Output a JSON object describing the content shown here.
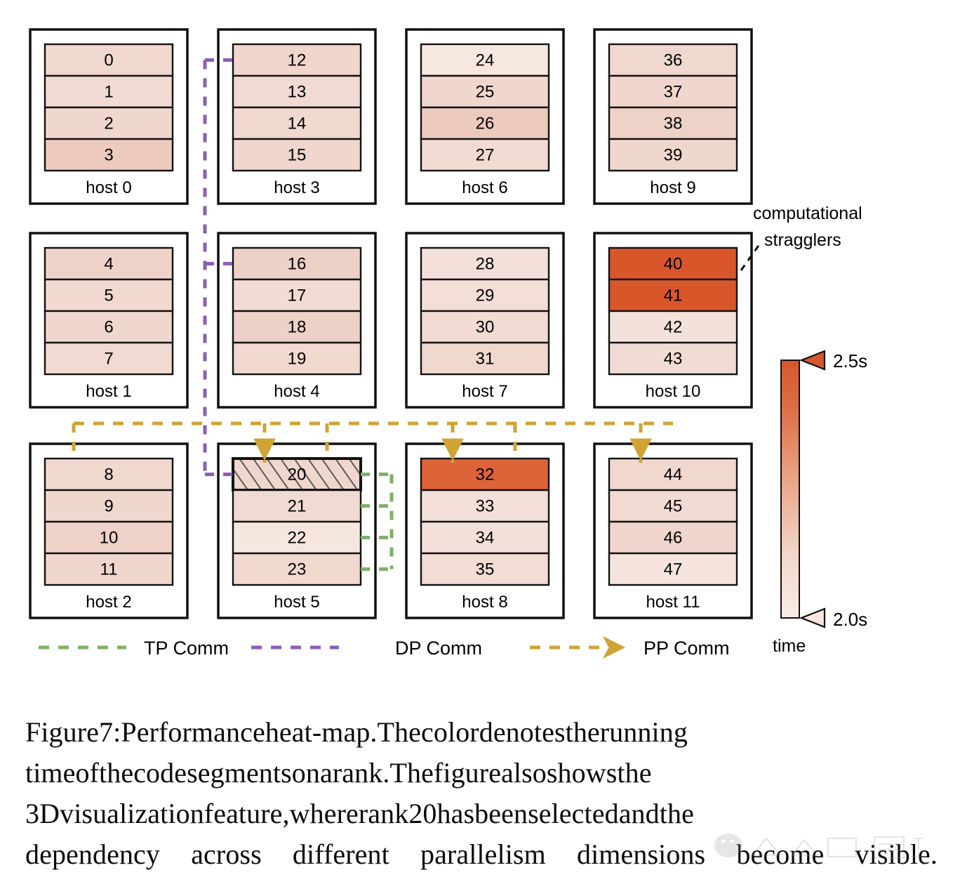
{
  "figure": {
    "title_caption_lines": [
      "Figure 7: Performance heat-map. The color denotes the running",
      "time of the code segments on a rank. The figure also shows the",
      "3D visualization feature, where rank 20 has been selected and the",
      "dependency across different parallelism dimensions become visible."
    ],
    "annotation": {
      "straggler_line1": "computational",
      "straggler_line2": "stragglers"
    },
    "colorbar": {
      "max_label": "2.5s",
      "min_label": "2.0s",
      "axis_label": "time",
      "max_color": "#d8562c",
      "min_color": "#f7e6df"
    },
    "legend": [
      {
        "name": "tp-comm",
        "label": "TP Comm",
        "color": "#7fb069",
        "arrow": false
      },
      {
        "name": "dp-comm",
        "label": "DP Comm",
        "color": "#8c5fb5",
        "arrow": false
      },
      {
        "name": "pp-comm",
        "label": "PP Comm",
        "color": "#cfa434",
        "arrow": true
      }
    ]
  },
  "chart_data": {
    "type": "heatmap",
    "title": "Performance heat-map",
    "colorbar": {
      "label": "time",
      "vmin": 2.0,
      "vmax": 2.5,
      "unit": "s",
      "cmap_low": "#f7e6df",
      "cmap_high": "#d8562c"
    },
    "grid": {
      "rows": 3,
      "cols": 4,
      "ranks_per_host": 4
    },
    "hosts": [
      {
        "name": "host 0",
        "row": 0,
        "col": 0,
        "ranks": [
          {
            "rank": 0,
            "color": "#f0d8cf",
            "time": 2.13
          },
          {
            "rank": 1,
            "color": "#f1dbd2",
            "time": 2.11
          },
          {
            "rank": 2,
            "color": "#f0d7ce",
            "time": 2.14
          },
          {
            "rank": 3,
            "color": "#edcbbf",
            "time": 2.19
          }
        ]
      },
      {
        "name": "host 3",
        "row": 0,
        "col": 1,
        "ranks": [
          {
            "rank": 12,
            "color": "#f0d6cd",
            "time": 2.14
          },
          {
            "rank": 13,
            "color": "#f1dad1",
            "time": 2.12
          },
          {
            "rank": 14,
            "color": "#f1d9d0",
            "time": 2.12
          },
          {
            "rank": 15,
            "color": "#f0d6cc",
            "time": 2.15
          }
        ]
      },
      {
        "name": "host 6",
        "row": 0,
        "col": 2,
        "ranks": [
          {
            "rank": 24,
            "color": "#f7e7e1",
            "time": 2.04
          },
          {
            "rank": 25,
            "color": "#f0d6cd",
            "time": 2.14
          },
          {
            "rank": 26,
            "color": "#eccabd",
            "time": 2.21
          },
          {
            "rank": 27,
            "color": "#f2dbd3",
            "time": 2.11
          }
        ]
      },
      {
        "name": "host 9",
        "row": 0,
        "col": 3,
        "ranks": [
          {
            "rank": 36,
            "color": "#f1d8cf",
            "time": 2.13
          },
          {
            "rank": 37,
            "color": "#f0d6cc",
            "time": 2.15
          },
          {
            "rank": 38,
            "color": "#eed2c7",
            "time": 2.17
          },
          {
            "rank": 39,
            "color": "#f0d7cd",
            "time": 2.14
          }
        ]
      },
      {
        "name": "host 1",
        "row": 1,
        "col": 0,
        "ranks": [
          {
            "rank": 4,
            "color": "#efd3c9",
            "time": 2.16
          },
          {
            "rank": 5,
            "color": "#f1d9d0",
            "time": 2.12
          },
          {
            "rank": 6,
            "color": "#f0d7ce",
            "time": 2.14
          },
          {
            "rank": 7,
            "color": "#f1dad1",
            "time": 2.12
          }
        ]
      },
      {
        "name": "host 4",
        "row": 1,
        "col": 1,
        "ranks": [
          {
            "rank": 16,
            "color": "#eed1c6",
            "time": 2.18
          },
          {
            "rank": 17,
            "color": "#f2dbd3",
            "time": 2.11
          },
          {
            "rank": 18,
            "color": "#eed1c6",
            "time": 2.18
          },
          {
            "rank": 19,
            "color": "#f1d9cf",
            "time": 2.13
          }
        ]
      },
      {
        "name": "host 7",
        "row": 1,
        "col": 2,
        "ranks": [
          {
            "rank": 28,
            "color": "#f4e0da",
            "time": 2.08
          },
          {
            "rank": 29,
            "color": "#f3dfd8",
            "time": 2.09
          },
          {
            "rank": 30,
            "color": "#f2dbd3",
            "time": 2.11
          },
          {
            "rank": 31,
            "color": "#f0d8ce",
            "time": 2.13
          }
        ]
      },
      {
        "name": "host 10",
        "row": 1,
        "col": 3,
        "ranks": [
          {
            "rank": 40,
            "color": "#d9562b",
            "time": 2.48,
            "straggler": true
          },
          {
            "rank": 41,
            "color": "#d9562b",
            "time": 2.48,
            "straggler": true
          },
          {
            "rank": 42,
            "color": "#f3e2dc",
            "time": 2.07
          },
          {
            "rank": 43,
            "color": "#f1dcd5",
            "time": 2.1
          }
        ]
      },
      {
        "name": "host 2",
        "row": 2,
        "col": 0,
        "ranks": [
          {
            "rank": 8,
            "color": "#f0d8cf",
            "time": 2.13
          },
          {
            "rank": 9,
            "color": "#f0d7ce",
            "time": 2.14
          },
          {
            "rank": 10,
            "color": "#eed1c7",
            "time": 2.18
          },
          {
            "rank": 11,
            "color": "#f0d7cd",
            "time": 2.14
          }
        ]
      },
      {
        "name": "host 5",
        "row": 2,
        "col": 1,
        "ranks": [
          {
            "rank": 20,
            "color": "#f0d7ce",
            "time": 2.14,
            "selected": true
          },
          {
            "rank": 21,
            "color": "#f1dad1",
            "time": 2.12
          },
          {
            "rank": 22,
            "color": "#f6e6e0",
            "time": 2.05
          },
          {
            "rank": 23,
            "color": "#f1d9d0",
            "time": 2.12
          }
        ]
      },
      {
        "name": "host 8",
        "row": 2,
        "col": 2,
        "ranks": [
          {
            "rank": 32,
            "color": "#dd6339",
            "time": 2.45
          },
          {
            "rank": 33,
            "color": "#f3dfd9",
            "time": 2.09
          },
          {
            "rank": 34,
            "color": "#f3e0da",
            "time": 2.08
          },
          {
            "rank": 35,
            "color": "#f2dcd4",
            "time": 2.1
          }
        ]
      },
      {
        "name": "host 11",
        "row": 2,
        "col": 3,
        "ranks": [
          {
            "rank": 44,
            "color": "#f0d8cf",
            "time": 2.13
          },
          {
            "rank": 45,
            "color": "#f1dad1",
            "time": 2.12
          },
          {
            "rank": 46,
            "color": "#efd5cb",
            "time": 2.15
          },
          {
            "rank": 47,
            "color": "#f5e4de",
            "time": 2.06
          }
        ]
      }
    ],
    "annotations": [
      {
        "name": "computational-stragglers",
        "text": "computational stragglers",
        "target_ranks": [
          40,
          41
        ]
      }
    ],
    "selected_rank": 20,
    "comm_links": [
      {
        "type": "TP Comm",
        "color": "#7fb069",
        "ranks": [
          20,
          21,
          22,
          23
        ]
      },
      {
        "type": "DP Comm",
        "color": "#8c5fb5",
        "ranks": [
          12,
          16,
          20
        ]
      },
      {
        "type": "PP Comm",
        "color": "#cfa434",
        "ranks": [
          8,
          20,
          32,
          44
        ]
      }
    ]
  }
}
